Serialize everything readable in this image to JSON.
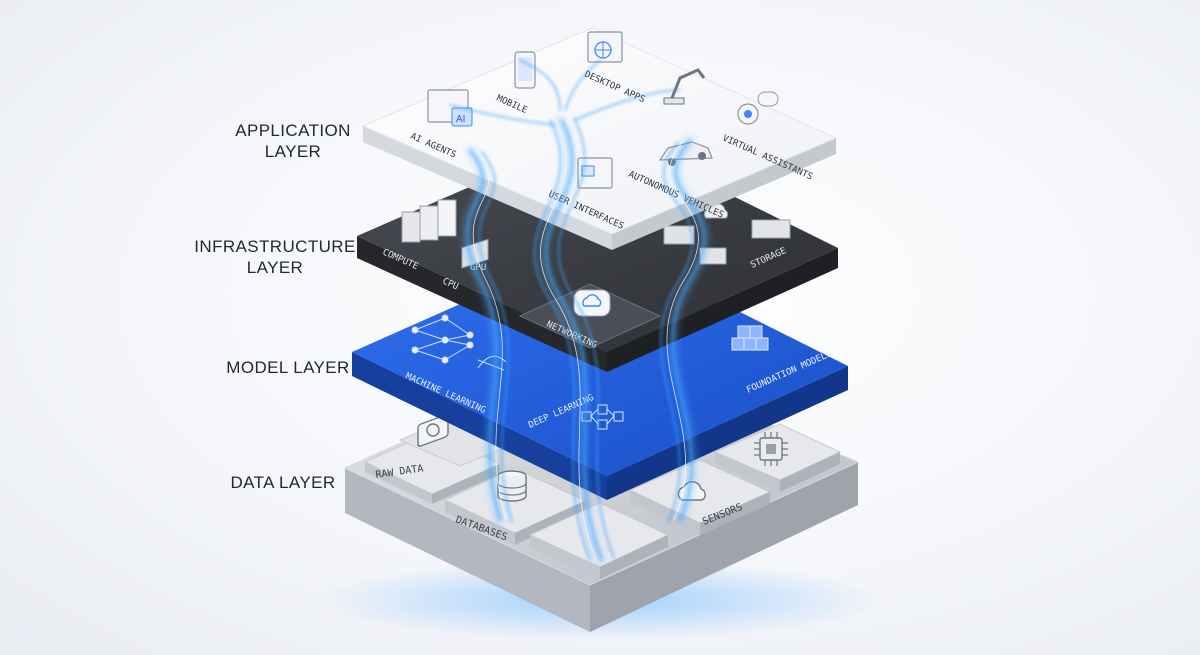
{
  "layers": [
    {
      "label": "APPLICATION\nLAYER"
    },
    {
      "label": "INFRASTRUCTURE\nLAYER"
    },
    {
      "label": "MODEL LAYER"
    },
    {
      "label": "DATA LAYER"
    }
  ],
  "application": {
    "items": [
      "AI AGENTS",
      "MOBILE",
      "DESKTOP APPS",
      "VIRTUAL ASSISTANTS",
      "AUTONOMOUS VEHICLES",
      "USER INTERFACES"
    ]
  },
  "infrastructure": {
    "items": [
      "COMPUTE",
      "GPU",
      "CPU",
      "STORAGE",
      "NETWORKING"
    ]
  },
  "model": {
    "items": [
      "MACHINE LEARNING",
      "DEEP LEARNING",
      "FOUNDATION MODELS"
    ]
  },
  "data": {
    "items": [
      "RAW DATA",
      "DATABASES",
      "SENSORS"
    ]
  },
  "colors": {
    "application": "#f7f8fb",
    "infrastructure": "#3b3e44",
    "model": "#1f5fe0",
    "data": "#c9ccd2",
    "flow": "#3da3ff"
  }
}
